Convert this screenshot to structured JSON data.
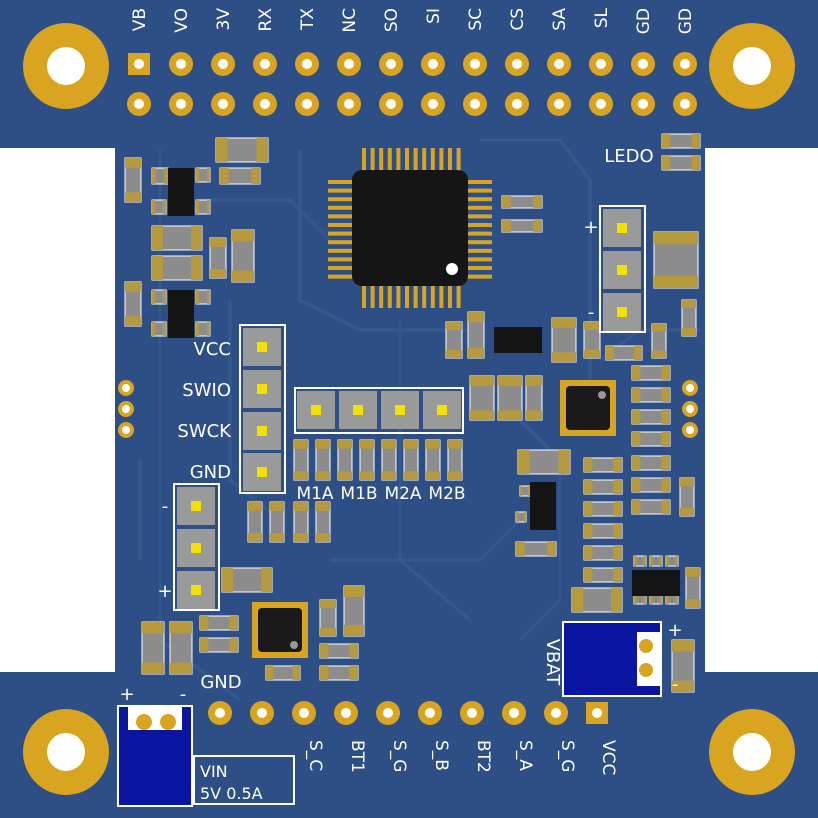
{
  "board": {
    "colors": {
      "pcb": "#2d4f86",
      "copper": "#2a4a80",
      "trace": "#36598f",
      "gold": "#d9a521",
      "silk": "#ffffff",
      "ic": "#151515",
      "smd_body": "#8c8c8c",
      "smd_cap": "#b79a3e",
      "connector_blue": "#0a16a0",
      "background": "#ffffff"
    },
    "top_header_labels": [
      "VB",
      "VO",
      "3V",
      "RX",
      "TX",
      "NC",
      "SO",
      "SI",
      "SC",
      "CS",
      "SA",
      "SL",
      "GD",
      "GD"
    ],
    "left_header_labels": [
      "VCC",
      "SWIO",
      "SWCK",
      "GND"
    ],
    "motor_labels": [
      "M1A",
      "M1B",
      "M2A",
      "M2B"
    ],
    "bottom_header_labels": [
      "S_C",
      "BT1",
      "S_G",
      "S_B",
      "BT2",
      "S_A",
      "S_G",
      "VCC"
    ],
    "led_label": "LEDO",
    "vbat_label": "VBAT",
    "gnd_label": "GND",
    "vin_box": {
      "line1": "VIN",
      "line2": "5V 0.5A"
    },
    "polarity": {
      "plus": "+",
      "minus": "-"
    },
    "icons": [
      "mounting-hole-icon",
      "ic-chip-icon",
      "jst-connector-icon"
    ]
  }
}
